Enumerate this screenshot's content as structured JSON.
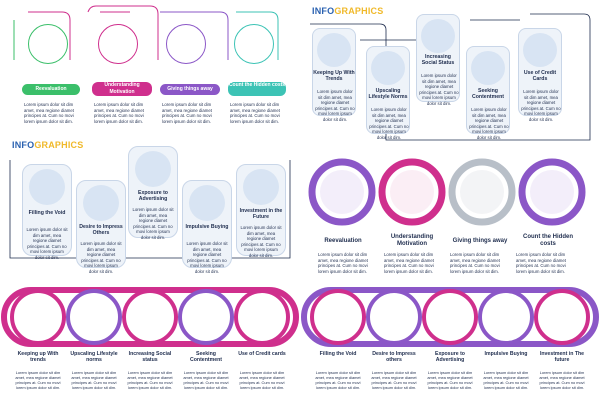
{
  "lorem": "Lorem ipsum dolor sit dim amet, mea regione diamet principes at. Cum no movi lorem ipsum dolor sit dim.",
  "heading": {
    "part1": "INFO",
    "part2": "GRAPHICS"
  },
  "set_a": [
    "Reevaluation",
    "Understanding Motivation",
    "Giving things away",
    "Count the Hidden costs"
  ],
  "set_b": [
    "Keeping Up With Trends",
    "Upscaling Lifestyle Norms",
    "Increasing Social Status",
    "Seeking Contentment",
    "Use of Credit Cards"
  ],
  "set_c": [
    "Filling the Void",
    "Desire to Impress Others",
    "Exposure to Advertising",
    "Impulsive Buying",
    "Investment in the Future"
  ],
  "set_b_lower": [
    "Keeping up With trends",
    "Upscaling Lifestyle norms",
    "Increasing Social status",
    "Seeking Contentment",
    "Use of Credit cards"
  ],
  "set_c_lower": [
    "Filling the Void",
    "Desire to Impress others",
    "Exposure to Advertising",
    "Impulsive Buying",
    "Investment in The future"
  ],
  "dots": "• • • • • •",
  "colors": {
    "green": "#3bbf6a",
    "magenta": "#cf2f8d",
    "purple": "#8b57c7",
    "teal": "#3cc3b5",
    "navy": "#1f2d4e",
    "blue": "#2a61b0",
    "yellow": "#f0b92a",
    "gray": "#b8bfc8"
  }
}
